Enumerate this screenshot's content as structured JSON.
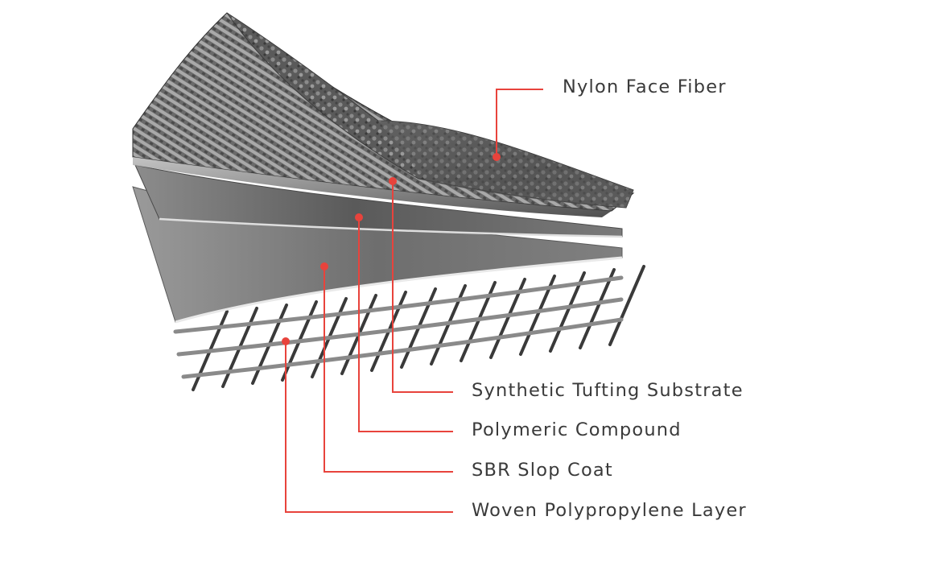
{
  "diagram": {
    "labels": {
      "nylon_face_fiber": "Nylon Face Fiber",
      "synthetic_tufting_substrate": "Synthetic Tufting Substrate",
      "polymeric_compound": "Polymeric Compound",
      "sbr_slop_coat": "SBR Slop Coat",
      "woven_polypropylene_layer": "Woven Polypropylene Layer"
    },
    "colors": {
      "leader_line": "#e8433c",
      "label_text": "#3a3a3a",
      "background": "#ffffff"
    }
  }
}
